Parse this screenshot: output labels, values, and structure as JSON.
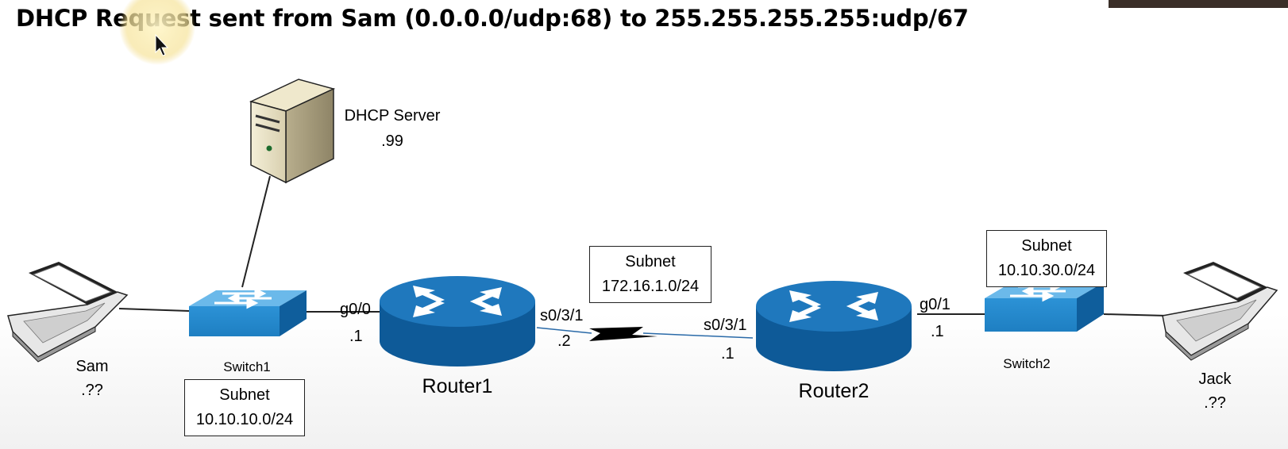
{
  "title": "DHCP Request sent from Sam (0.0.0.0/udp:68) to 255.255.255.255:udp/67",
  "colors": {
    "device_blue": "#1e75b8",
    "device_dark": "#0d4f86",
    "switch_blue": "#2b8fd3",
    "highlight": "#f8e89a"
  },
  "devices": {
    "dhcp_server": {
      "name": "DHCP Server",
      "addr": ".99",
      "icon": "server-icon"
    },
    "sam": {
      "name": "Sam",
      "addr": ".??",
      "icon": "laptop-icon"
    },
    "jack": {
      "name": "Jack",
      "addr": ".??",
      "icon": "laptop-icon"
    },
    "switch1": {
      "name": "Switch1",
      "icon": "switch-icon"
    },
    "switch2": {
      "name": "Switch2",
      "icon": "switch-icon"
    },
    "router1": {
      "name": "Router1",
      "icon": "router-icon"
    },
    "router2": {
      "name": "Router2",
      "icon": "router-icon"
    }
  },
  "interfaces": {
    "r1_g00": "g0/0",
    "r1_g00_addr": ".1",
    "r1_s031": "s0/3/1",
    "r1_s031_addr": ".2",
    "r2_s031": "s0/3/1",
    "r2_s031_addr": ".1",
    "r2_g01": "g0/1",
    "r2_g01_addr": ".1"
  },
  "subnets": {
    "lan1": {
      "label": "Subnet",
      "value": "10.10.10.0/24"
    },
    "wan": {
      "label": "Subnet",
      "value": "172.16.1.0/24"
    },
    "lan2": {
      "label": "Subnet",
      "value": "10.10.30.0/24"
    }
  }
}
